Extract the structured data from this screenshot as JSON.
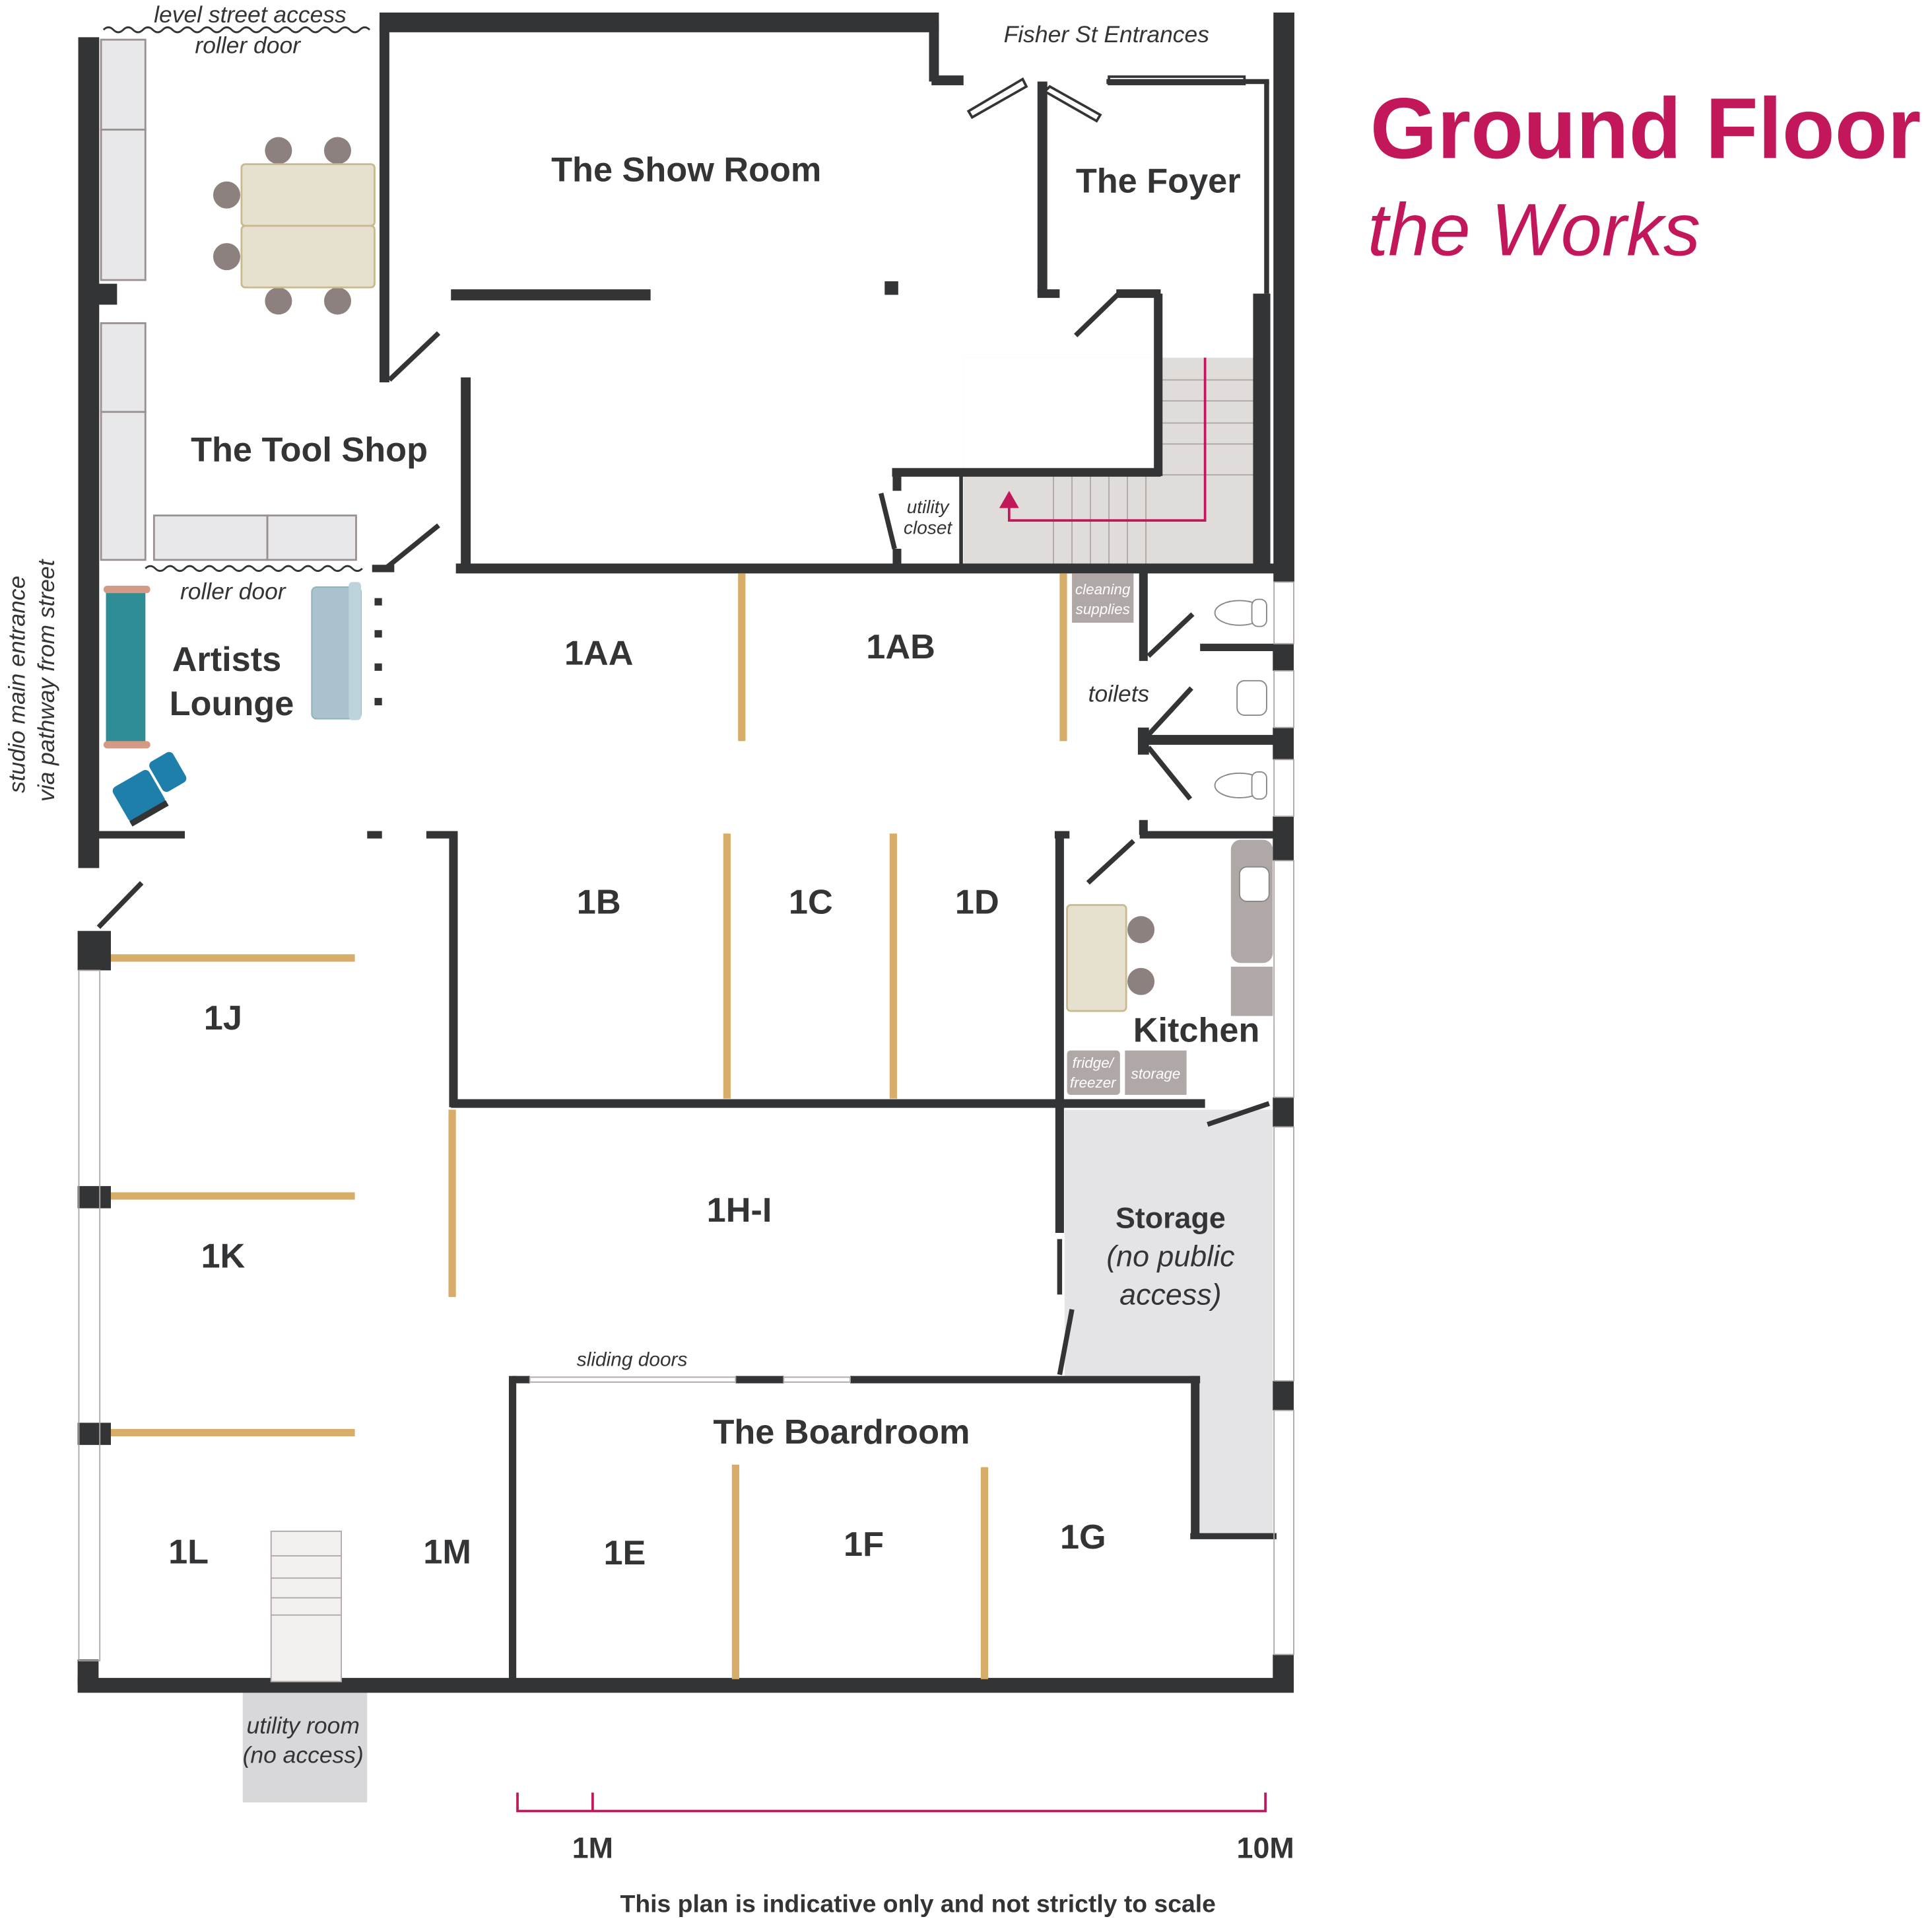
{
  "header": {
    "title": "Ground Floor",
    "subtitle": "the Works"
  },
  "colors": {
    "accent": "#c2185b",
    "wall": "#333436",
    "partition": "#d8ad6a",
    "fixture": "#b0a8a6",
    "storage_area": "#e4e4e6"
  },
  "rooms": {
    "show_room": "The Show Room",
    "foyer": "The Foyer",
    "tool_shop": "The Tool Shop",
    "artists_lounge_line1": "Artists",
    "artists_lounge_line2": "Lounge",
    "r1AA": "1AA",
    "r1AB": "1AB",
    "r1B": "1B",
    "r1C": "1C",
    "r1D": "1D",
    "r1J": "1J",
    "r1K": "1K",
    "r1L": "1L",
    "r1M": "1M",
    "r1HI": "1H-I",
    "r1E": "1E",
    "r1F": "1F",
    "r1G": "1G",
    "kitchen": "Kitchen",
    "boardroom": "The Boardroom",
    "storage_line1": "Storage",
    "storage_line2": "(no public",
    "storage_line3": "access)"
  },
  "notes": {
    "level_street_access": "level street access",
    "roller_door_top": "roller door",
    "roller_door_lounge": "roller door",
    "fisher_st": "Fisher St Entrances",
    "utility_closet_1": "utility",
    "utility_closet_2": "closet",
    "cleaning_1": "cleaning",
    "cleaning_2": "supplies",
    "toilets": "toilets",
    "fridge_1": "fridge/",
    "fridge_2": "freezer",
    "storage_small": "storage",
    "sliding_doors": "sliding doors",
    "utility_room_1": "utility room",
    "utility_room_2": "(no access)",
    "main_entrance_1": "studio main entrance",
    "main_entrance_2": "via pathway from street"
  },
  "scale": {
    "tick_small": "1M",
    "tick_large": "10M",
    "disclaimer": "This plan is indicative only and not strictly to scale"
  }
}
